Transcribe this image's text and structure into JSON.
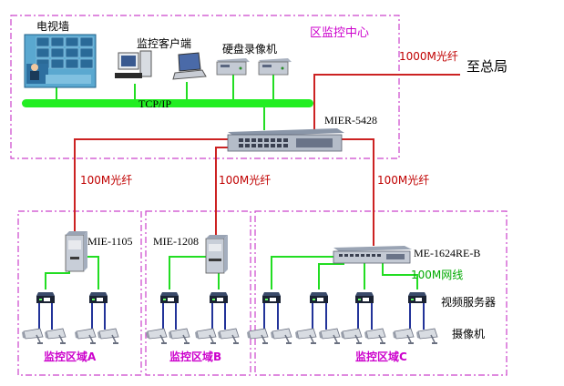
{
  "center": {
    "title": "区监控中心",
    "tv_wall_label": "电视墙",
    "clients_label": "监控客户端",
    "dvr_label": "硬盘录像机",
    "network_label": "TCP/IP",
    "core_switch_label": "MIER-5428"
  },
  "uplink": {
    "fiber_label": "1000M光纤",
    "destination": "至总局"
  },
  "links": {
    "fiber_a": "100M光纤",
    "fiber_b": "100M光纤",
    "fiber_c": "100M光纤",
    "ethernet_c": "100M网线"
  },
  "zones": [
    {
      "switch_label": "MIE-1105",
      "zone_label": "监控区域A"
    },
    {
      "switch_label": "MIE-1208",
      "zone_label": "监控区域B"
    },
    {
      "switch_label": "ME-1624RE-B",
      "zone_label": "监控区域C"
    }
  ],
  "legend": {
    "video_server": "视频服务器",
    "camera": "摄像机"
  },
  "colors": {
    "boundary": "#cc44cc",
    "fiber": "#cc2222",
    "network": "#22dd22",
    "cable": "#223399"
  }
}
